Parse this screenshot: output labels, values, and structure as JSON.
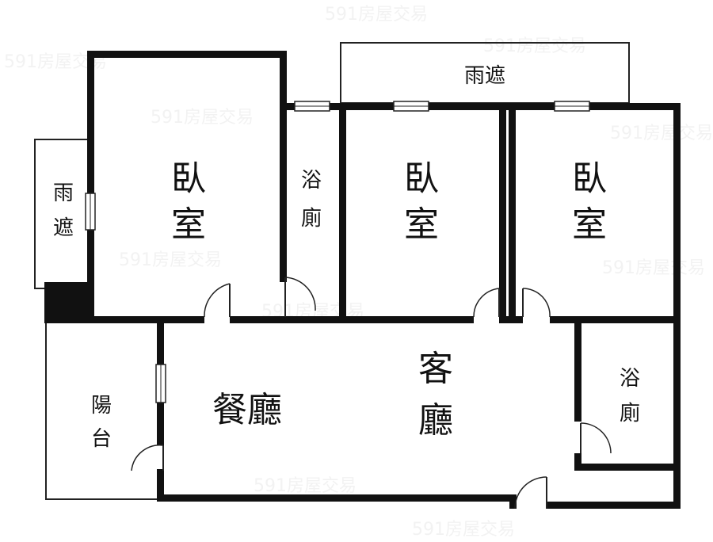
{
  "floor_plan": {
    "rooms": {
      "bedroom_left": {
        "line1": "臥",
        "line2": "室"
      },
      "bath_top": {
        "line1": "浴",
        "line2": "廁"
      },
      "bedroom_mid": {
        "line1": "臥",
        "line2": "室"
      },
      "bedroom_right": {
        "line1": "臥",
        "line2": "室"
      },
      "canopy_top": {
        "label": "雨遮"
      },
      "canopy_left": {
        "line1": "雨",
        "line2": "遮"
      },
      "balcony": {
        "line1": "陽",
        "line2": "台"
      },
      "dining": {
        "label": "餐廳"
      },
      "living": {
        "line1": "客",
        "line2": "廳"
      },
      "bath_right": {
        "line1": "浴",
        "line2": "廁"
      }
    },
    "watermark": "591房屋交易"
  }
}
